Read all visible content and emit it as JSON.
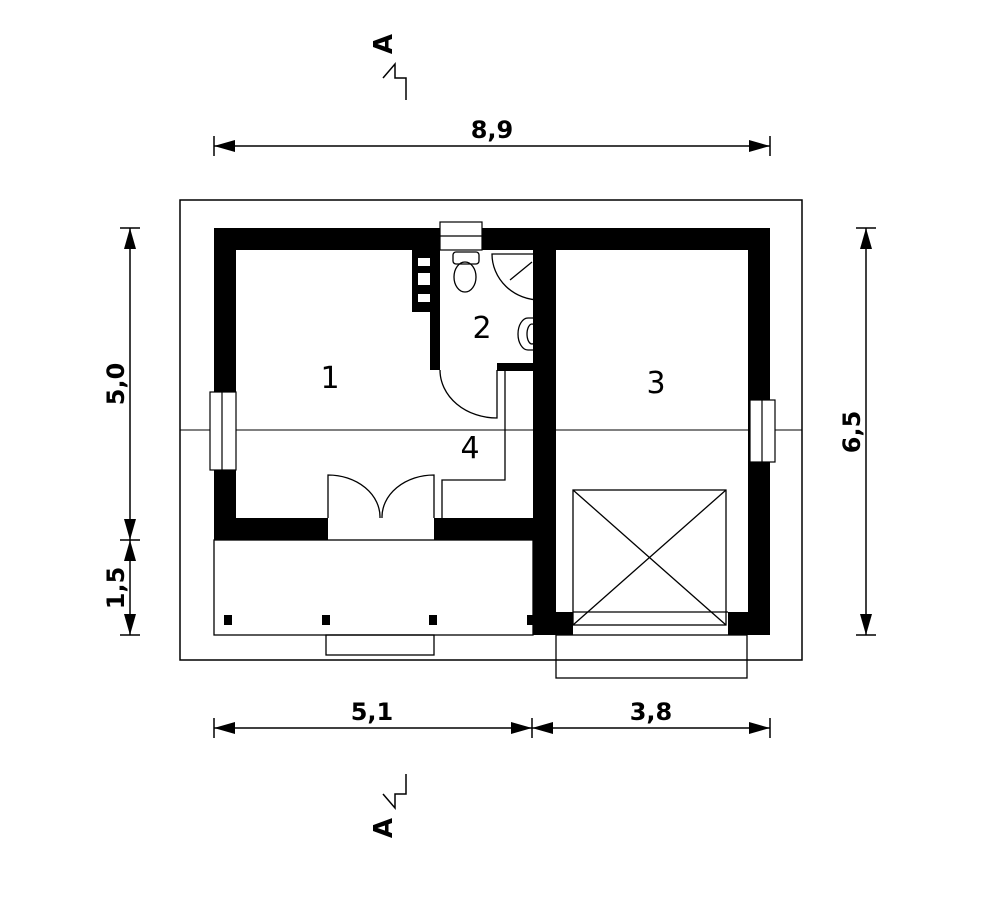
{
  "dimensions": {
    "top_total": "8,9",
    "bottom_left": "5,1",
    "bottom_right": "3,8",
    "left_upper": "5,0",
    "left_lower": "1,5",
    "right_total": "6,5"
  },
  "section": {
    "top_label": "A",
    "bottom_label": "A"
  },
  "rooms": [
    {
      "number": "1"
    },
    {
      "number": "2"
    },
    {
      "number": "3"
    },
    {
      "number": "4"
    }
  ],
  "colors": {
    "ink": "#000000",
    "background": "#ffffff"
  }
}
